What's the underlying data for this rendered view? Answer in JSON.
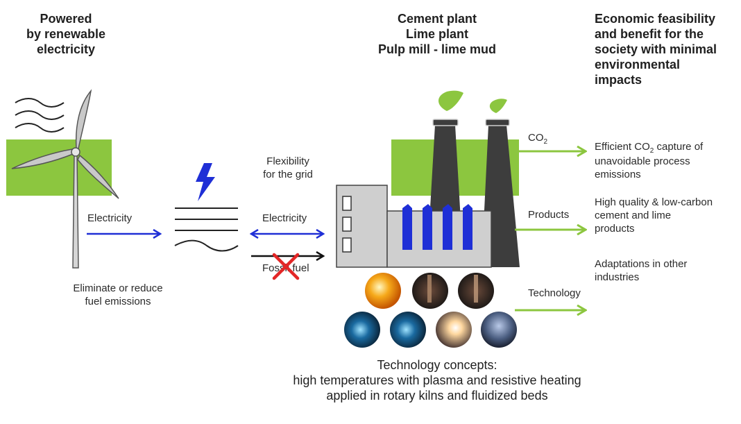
{
  "headings": {
    "left": [
      "Powered",
      "by renewable",
      "electricity"
    ],
    "center": [
      "Cement plant",
      "Lime plant",
      "Pulp mill - lime mud"
    ],
    "right": [
      "Economic feasibility",
      "and benefit for the",
      "society with minimal",
      "environmental",
      "impacts"
    ]
  },
  "labels": {
    "electricity_left": "Electricity",
    "eliminate": [
      "Eliminate or reduce",
      "fuel emissions"
    ],
    "flexibility": [
      "Flexibility",
      "for the grid"
    ],
    "electricity_mid": "Electricity",
    "fossil_fuel": "Fossil fuel",
    "co2_main": "CO",
    "co2_sub": "2",
    "products": "Products",
    "technology": "Technology"
  },
  "outcomes": {
    "capture_pre": "Efficient CO",
    "capture_sub": "2",
    "capture_post": " capture of",
    "capture_rest": [
      "unavoidable process",
      "emissions"
    ],
    "quality": [
      "High quality & low-carbon",
      "cement and lime",
      "products"
    ],
    "adaptations": [
      "Adaptations in other",
      "industries"
    ]
  },
  "caption": [
    "Technology concepts:",
    "high temperatures with plasma and resistive heating",
    "applied in rotary kilns and fluidized beds"
  ],
  "colors": {
    "green": "#8cc63f",
    "blue": "#1f2fd6",
    "gray": "#cfcfcf",
    "dark": "#3d3d3d",
    "red": "#e32626"
  },
  "icons": [
    "wind-turbine-icon",
    "lightning-icon",
    "power-lines-icon",
    "factory-icon",
    "leaf-icon",
    "cross-icon"
  ]
}
